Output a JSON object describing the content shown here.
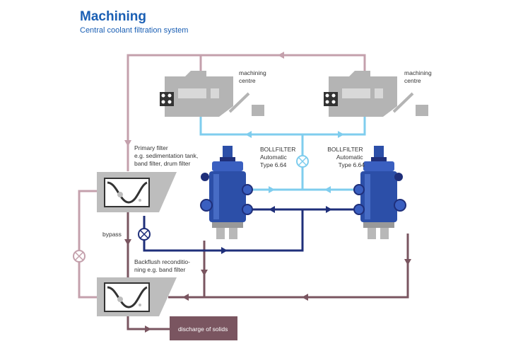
{
  "header": {
    "title": "Machining",
    "subtitle": "Central coolant filtration system"
  },
  "labels": {
    "machining_centre_left": [
      "machining",
      "centre"
    ],
    "machining_centre_right": [
      "machining",
      "centre"
    ],
    "primary_filter": [
      "Primary filter",
      "e.g. sedimentation tank,",
      "band filter, drum filter"
    ],
    "bollfilter_left": [
      "BOLLFILTER",
      "Automatic",
      "Type 6.64"
    ],
    "bollfilter_right": [
      "BOLLFILTER",
      "Automatic",
      "Type 6.64"
    ],
    "bypass": "bypass",
    "backflush": [
      "Backflush reconditio-",
      "ning e.g. band filter"
    ],
    "discharge": "discharge of solids"
  },
  "colors": {
    "mauve_line": "#c4a0ac",
    "brown_line": "#7a5560",
    "light_blue_line": "#7fcdee",
    "dark_blue_line": "#1f2f7a",
    "machine_grey": "#b4b4b4",
    "filter_grey": "#bdbdbd",
    "filter_blue": "#2c4fa8",
    "discharge_fill": "#7a5560",
    "title_blue": "#1a5fb4"
  }
}
